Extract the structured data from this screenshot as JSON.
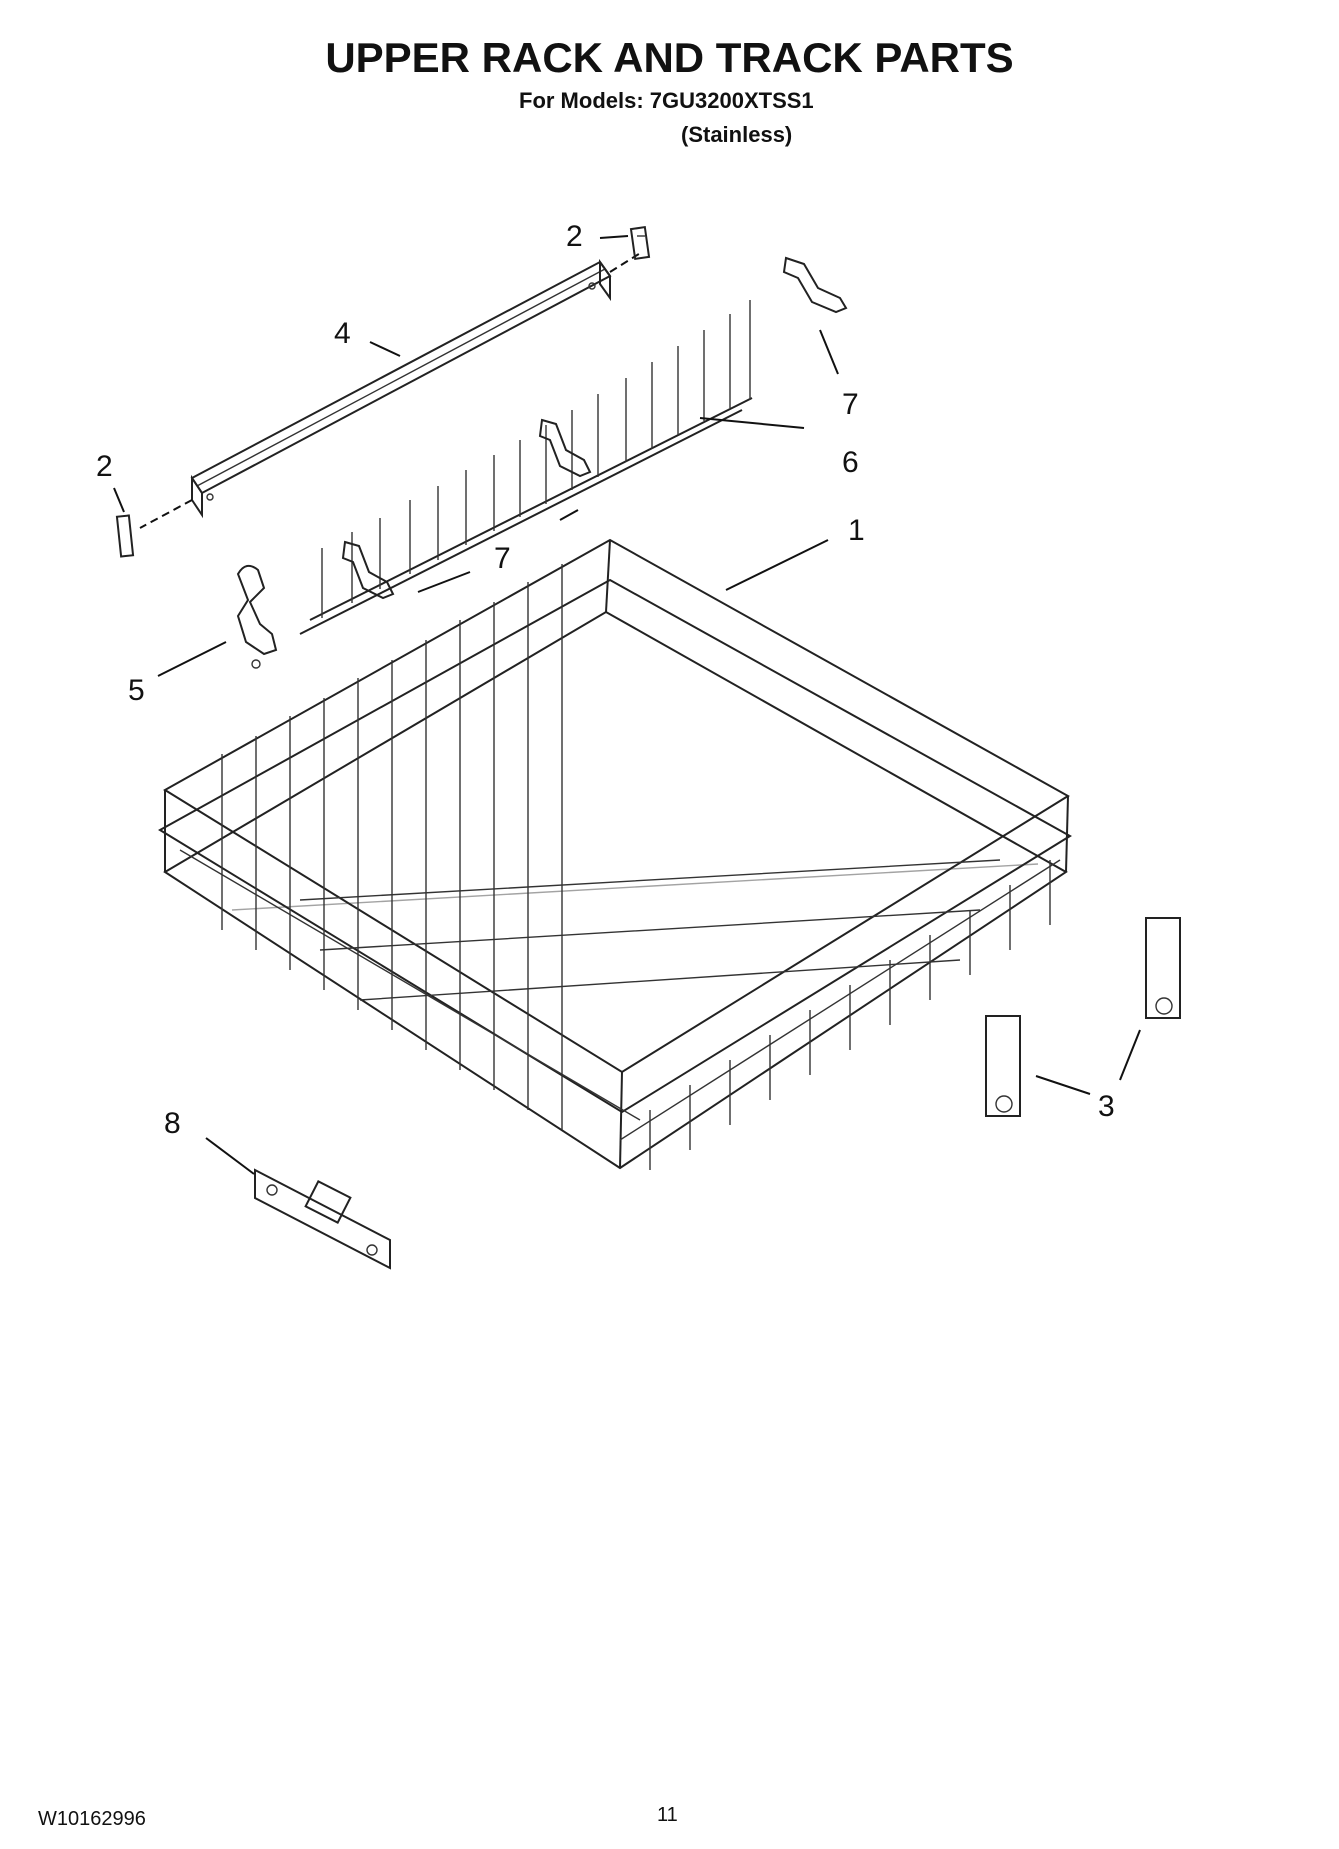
{
  "header": {
    "title": "UPPER RACK AND TRACK PARTS",
    "models_line": "For Models: 7GU3200XTSS1",
    "variant_line": "(Stainless)"
  },
  "callouts": [
    {
      "id": "upper-rack",
      "label": "1"
    },
    {
      "id": "end-cap-right",
      "label": "2"
    },
    {
      "id": "end-cap-left",
      "label": "2"
    },
    {
      "id": "rack-roller-assembly",
      "label": "3"
    },
    {
      "id": "track",
      "label": "4"
    },
    {
      "id": "tine-clip",
      "label": "5"
    },
    {
      "id": "tine-row",
      "label": "6"
    },
    {
      "id": "clip-top",
      "label": "7"
    },
    {
      "id": "clip-middle",
      "label": "7"
    },
    {
      "id": "track-stop",
      "label": "8"
    }
  ],
  "footer": {
    "document_number": "W10162996",
    "page_number": "11"
  }
}
